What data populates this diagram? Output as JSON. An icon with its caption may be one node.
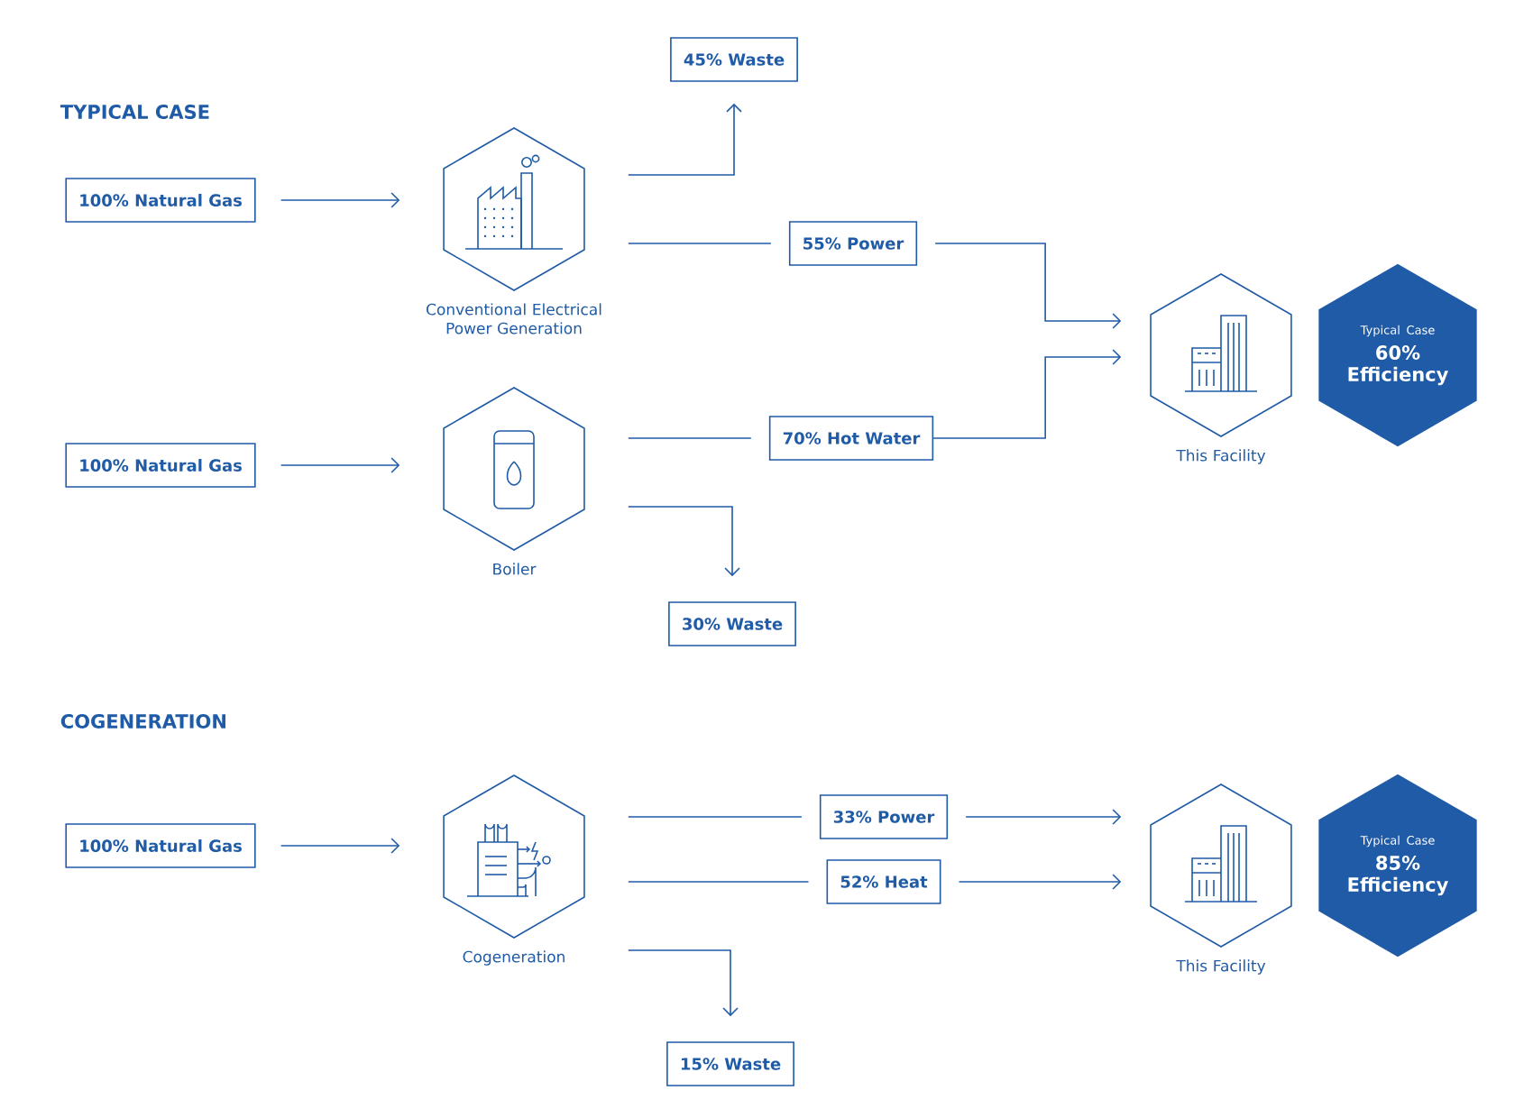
{
  "diagram": {
    "nodes": [
      {
        "text": [
          "100% Natural Gas"
        ]
      },
      {
        "text": [
          "Conventional Electrical Power Generation"
        ]
      },
      {
        "text": [
          "45% Waste"
        ]
      },
      {
        "text": [
          "55% Power"
        ]
      },
      {
        "text": [
          "This Facility"
        ]
      },
      {
        "text": [
          "Typical Case",
          "60% Efficiency"
        ]
      },
      {
        "text": [
          "100% Natural Gas"
        ]
      },
      {
        "text": [
          "Boiler"
        ]
      },
      {
        "text": [
          "70% Hot Water"
        ]
      },
      {
        "text": [
          "30% Waste"
        ]
      },
      {
        "text": [
          "100% Natural Gas"
        ]
      },
      {
        "text": [
          "Cogeneration"
        ]
      },
      {
        "text": [
          "33% Power"
        ]
      },
      {
        "text": [
          "52% Heat"
        ]
      },
      {
        "text": [
          "This Facility"
        ]
      },
      {
        "text": [
          "Typical Case",
          "85% Efficiency"
        ]
      },
      {
        "text": [
          "15% Waste"
        ]
      }
    ],
    "edges": [
      {
        "from": 0,
        "to": 1,
        "arrow": "to"
      },
      {
        "from": 1,
        "to": 2,
        "arrow": "to"
      },
      {
        "from": 1,
        "to": 3,
        "arrow": "none"
      },
      {
        "from": 3,
        "to": 4,
        "arrow": "to"
      },
      {
        "from": 6,
        "to": 7,
        "arrow": "to"
      },
      {
        "from": 7,
        "to": 8,
        "arrow": "none"
      },
      {
        "from": 8,
        "to": 4,
        "arrow": "to"
      },
      {
        "from": 7,
        "to": 9,
        "arrow": "to"
      },
      {
        "from": 10,
        "to": 11,
        "arrow": "to"
      },
      {
        "from": 11,
        "to": 12,
        "arrow": "none"
      },
      {
        "from": 12,
        "to": 14,
        "arrow": "to"
      },
      {
        "from": 11,
        "to": 13,
        "arrow": "none"
      },
      {
        "from": 13,
        "to": 14,
        "arrow": "to"
      },
      {
        "from": 11,
        "to": 16,
        "arrow": "to"
      }
    ],
    "labels": [
      "TYPICAL CASE",
      "COGENERATION"
    ]
  }
}
